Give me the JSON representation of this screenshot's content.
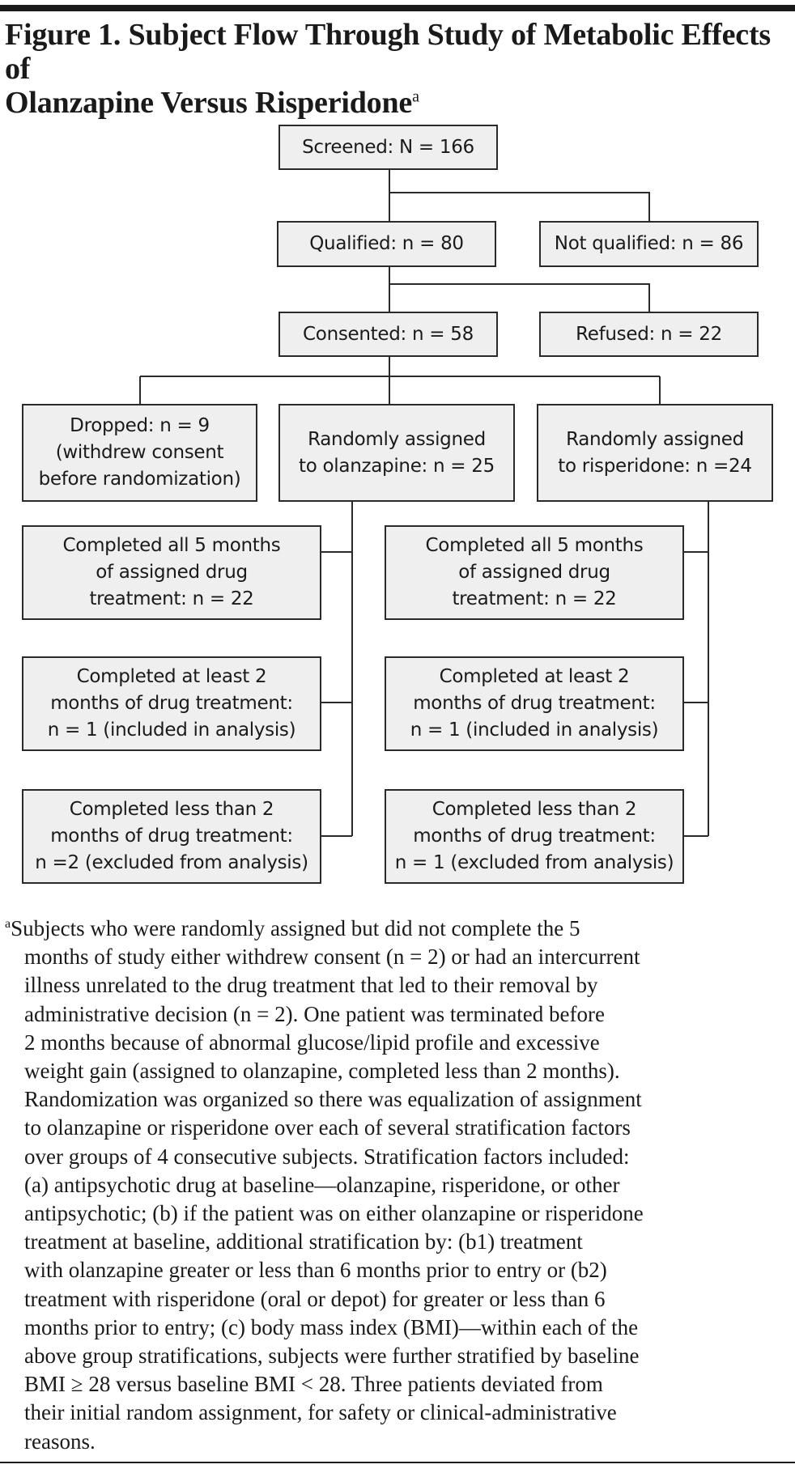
{
  "figure": {
    "title_line1": "Figure 1. Subject Flow Through Study of Metabolic Effects of",
    "title_line2": "Olanzapine Versus Risperidone",
    "title_marker": "a"
  },
  "nodes": {
    "screened": "Screened: N = 166",
    "qualified": "Qualified: n = 80",
    "not_qualified": "Not qualified: n = 86",
    "consented": "Consented: n = 58",
    "refused": "Refused: n = 22",
    "dropped": "Dropped: n = 9\n(withdrew consent\nbefore randomization)",
    "olanzapine": "Randomly assigned\nto olanzapine: n = 25",
    "risperidone": "Randomly assigned\nto risperidone: n =24",
    "olz_completed_5": "Completed all 5 months\nof assigned drug\ntreatment: n = 22",
    "olz_completed_2": "Completed at least 2\nmonths of drug treatment:\nn = 1 (included in analysis)",
    "olz_less_2": "Completed less than 2\nmonths of drug treatment:\nn =2 (excluded from analysis)",
    "ris_completed_5": "Completed all 5 months\nof assigned drug\ntreatment: n = 22",
    "ris_completed_2": "Completed at least 2\nmonths of drug treatment:\nn = 1 (included in analysis)",
    "ris_less_2": "Completed less than 2\nmonths of drug treatment:\nn = 1 (excluded from analysis)"
  },
  "footnote": {
    "marker": "a",
    "line1": "Subjects who were randomly assigned but did not complete the 5",
    "body": "months of study either withdrew consent (n = 2) or had an intercurrent\nillness unrelated to the drug treatment that led to their removal by\nadministrative decision (n = 2). One patient was terminated before\n2 months because of abnormal glucose/lipid profile and excessive\nweight gain (assigned to olanzapine, completed less than 2 months).\nRandomization was organized so there was equalization of assignment\nto olanzapine or risperidone over each of several stratification factors\nover groups of 4 consecutive subjects. Stratification factors included:\n(a) antipsychotic drug at baseline—olanzapine, risperidone, or other\nantipsychotic; (b) if the patient was on either olanzapine or risperidone\ntreatment at baseline, additional stratification by: (b1) treatment\nwith olanzapine greater or less than 6 months prior to entry or (b2)\ntreatment with risperidone (oral or depot) for greater or less than 6\nmonths prior to entry; (c) body mass index (BMI)—within each of the\nabove group stratifications, subjects were further stratified by baseline\nBMI ≥ 28 versus baseline BMI < 28. Three patients deviated from\ntheir initial random assignment, for safety or clinical-administrative\nreasons."
  }
}
